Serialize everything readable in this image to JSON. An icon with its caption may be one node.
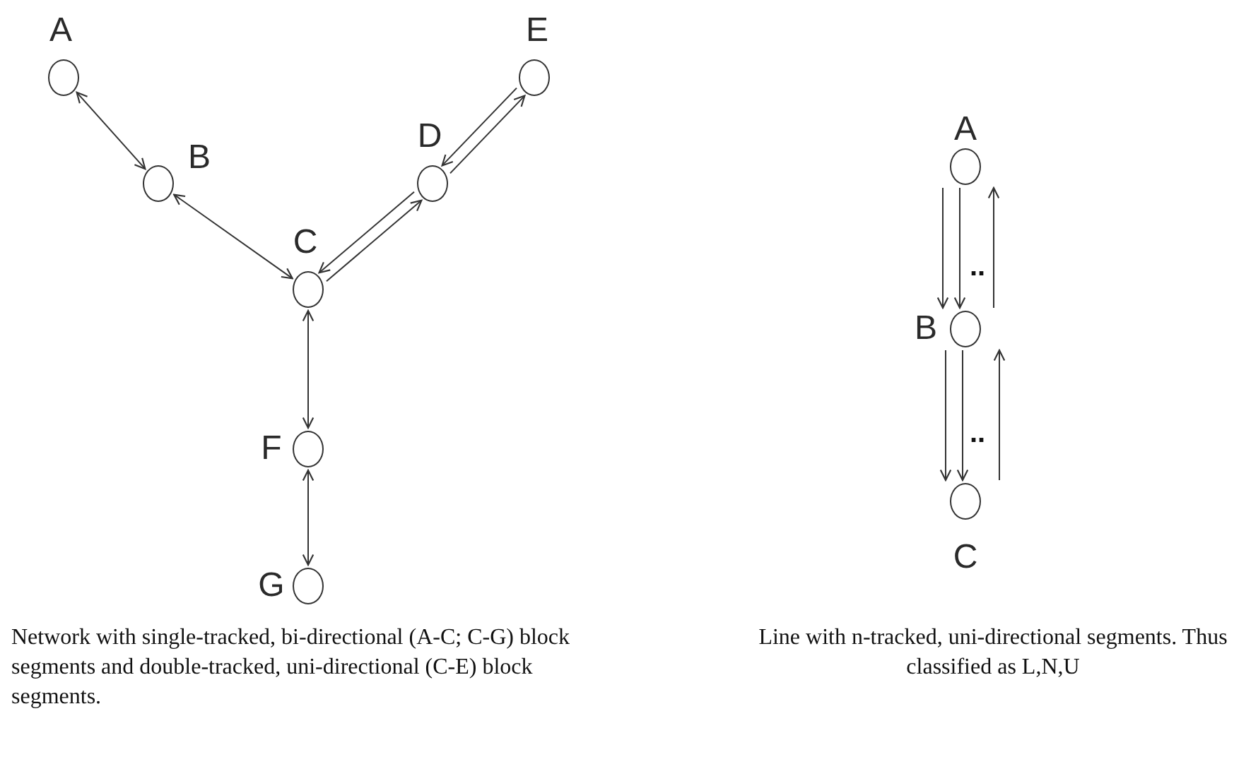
{
  "diagram": {
    "nodes": [
      {
        "text": [
          "A"
        ]
      },
      {
        "text": [
          "B"
        ]
      },
      {
        "text": [
          "C"
        ]
      },
      {
        "text": [
          "D"
        ]
      },
      {
        "text": [
          "E"
        ]
      },
      {
        "text": [
          "F"
        ]
      },
      {
        "text": [
          "G"
        ]
      },
      {
        "text": [
          "A"
        ]
      },
      {
        "text": [
          "B"
        ]
      },
      {
        "text": [
          "C"
        ]
      }
    ],
    "edges": [
      {
        "from": 0,
        "to": 1,
        "arrow": "both"
      },
      {
        "from": 1,
        "to": 2,
        "arrow": "both"
      },
      {
        "from": 2,
        "to": 3,
        "arrow": "to"
      },
      {
        "from": 3,
        "to": 2,
        "arrow": "to"
      },
      {
        "from": 3,
        "to": 4,
        "arrow": "to"
      },
      {
        "from": 4,
        "to": 3,
        "arrow": "to"
      },
      {
        "from": 2,
        "to": 5,
        "arrow": "both"
      },
      {
        "from": 5,
        "to": 6,
        "arrow": "both"
      },
      {
        "from": 7,
        "to": 8,
        "arrow": "to"
      },
      {
        "from": 7,
        "to": 8,
        "arrow": "to"
      },
      {
        "from": 8,
        "to": 7,
        "arrow": "to"
      },
      {
        "from": 8,
        "to": 9,
        "arrow": "to"
      },
      {
        "from": 8,
        "to": 9,
        "arrow": "to"
      },
      {
        "from": 9,
        "to": 8,
        "arrow": "to"
      }
    ],
    "labels": [
      "..",
      "..",
      "Network with single-tracked, bi-directional (A-C; C-G) block segments and double-tracked, uni-directional (C-E) block segments.",
      "Line with n-tracked, uni-directional segments. Thus classified as L,N,U"
    ]
  }
}
